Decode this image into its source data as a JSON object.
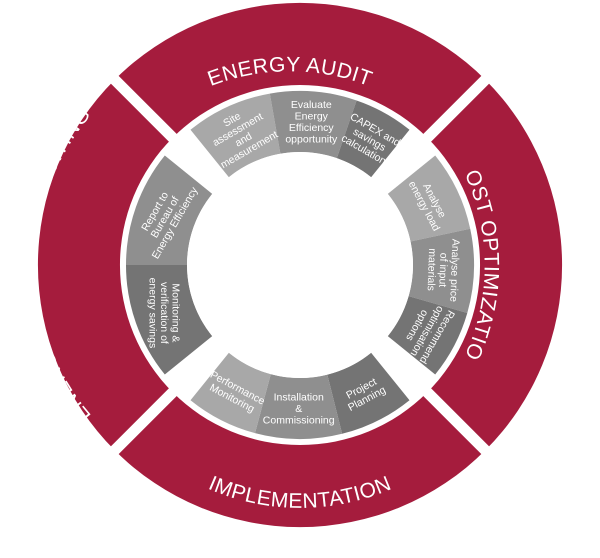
{
  "colors": {
    "outer_ring": "#a51c3d",
    "ring_gap": "#ffffff",
    "segment_shades": [
      "#a8a8a8",
      "#8f8f8f",
      "#747474"
    ],
    "label_text": "#ffffff"
  },
  "quadrants": [
    {
      "id": "top",
      "title": "ENERGY AUDIT",
      "steps": [
        {
          "lines": [
            "Site",
            "assessment",
            "and",
            "measurement"
          ]
        },
        {
          "lines": [
            "Evaluate",
            "Energy",
            "Efficiency",
            "opportunity"
          ]
        },
        {
          "lines": [
            "CAPEX and",
            "savings",
            "calculation"
          ]
        }
      ]
    },
    {
      "id": "right",
      "title": "COST OPTIMIZATION",
      "steps": [
        {
          "lines": [
            "Analyse",
            "energy load"
          ]
        },
        {
          "lines": [
            "Analyse price",
            "of input",
            "materials"
          ]
        },
        {
          "lines": [
            "Recommend",
            "optimisation",
            "options"
          ]
        }
      ]
    },
    {
      "id": "bottom",
      "title": "IMPLEMENTATION",
      "steps": [
        {
          "lines": [
            "Project",
            "Planning"
          ]
        },
        {
          "lines": [
            "Installation",
            "&",
            "Commissioning"
          ]
        },
        {
          "lines": [
            "Performance",
            "Monitoring"
          ]
        }
      ]
    },
    {
      "id": "left",
      "title": "ENERGY SAVINGS REPORTING",
      "steps": [
        {
          "lines": [
            "Monitoring &",
            "verification of",
            "energy savings"
          ]
        },
        {
          "lines": [
            "Report to",
            "Bureau of",
            "Energy Efficiency"
          ]
        }
      ]
    }
  ]
}
